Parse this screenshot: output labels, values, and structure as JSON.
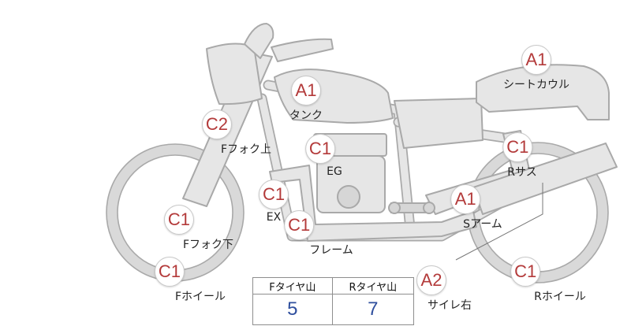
{
  "parts": [
    {
      "id": "seat-cowl",
      "grade": "A1",
      "label": "シートカウル"
    },
    {
      "id": "tank",
      "grade": "A1",
      "label": "タンク"
    },
    {
      "id": "front-fork-upper",
      "grade": "C2",
      "label": "Fフォク上"
    },
    {
      "id": "engine",
      "grade": "C1",
      "label": "EG"
    },
    {
      "id": "rear-suspension",
      "grade": "C1",
      "label": "Rサス"
    },
    {
      "id": "exhaust",
      "grade": "C1",
      "label": "EX"
    },
    {
      "id": "swing-arm",
      "grade": "A1",
      "label": "Sアーム"
    },
    {
      "id": "front-fork-lower",
      "grade": "C1",
      "label": "Fフォク下"
    },
    {
      "id": "frame",
      "grade": "C1",
      "label": "フレーム"
    },
    {
      "id": "front-wheel",
      "grade": "C1",
      "label": "Fホイール"
    },
    {
      "id": "muffler-right",
      "grade": "A2",
      "label": "サイレ右"
    },
    {
      "id": "rear-wheel",
      "grade": "C1",
      "label": "Rホイール"
    }
  ],
  "tread": {
    "front_label": "Fタイヤ山",
    "front_value": "5",
    "rear_label": "Rタイヤ山",
    "rear_value": "7"
  },
  "colors": {
    "grade": "#b33a3a",
    "value": "#2f4f9e",
    "body": "#e6e6e6",
    "outline": "#a9a9a9"
  }
}
